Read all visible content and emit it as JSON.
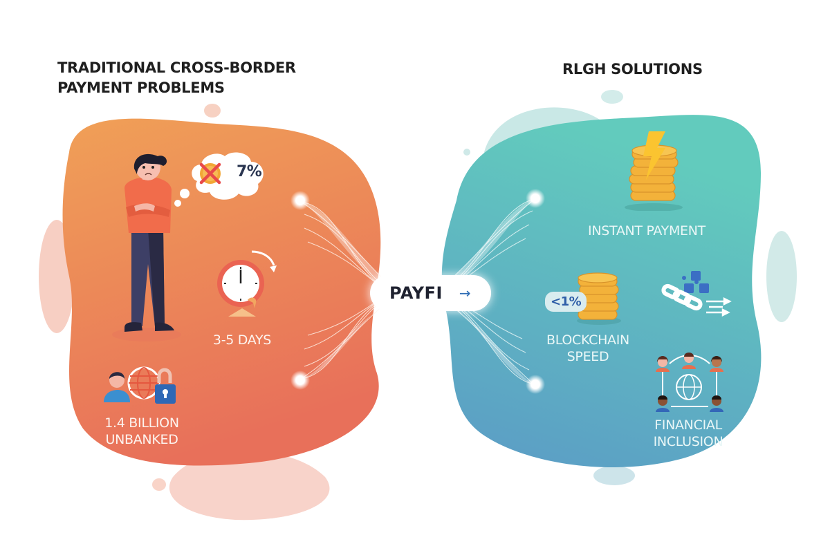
{
  "left_panel": {
    "title_line1": "TRADITIONAL CROSS-BORDER",
    "title_line2": "PAYMENT PROBLEMS",
    "fee_bubble": {
      "icon": "crossed-coin-icon",
      "value": "7%"
    },
    "delay": {
      "icon": "clock-icon",
      "label": "3-5 DAYS"
    },
    "unbanked": {
      "icon": "unbanked-person-globe-lock-icon",
      "line1": "1.4 BILLION",
      "line2": "UNBANKED"
    },
    "colors": {
      "top": "#ee9a55",
      "bottom": "#e9735a"
    }
  },
  "center": {
    "label": "PAYFI",
    "arrow": "→"
  },
  "right_panel": {
    "title": "RLGH SOLUTIONS",
    "instant": {
      "icon": "lightning-coin-stack-icon",
      "label": "INSTANT PAYMENT"
    },
    "fee": {
      "icon": "coin-stack-icon",
      "badge": "<1%"
    },
    "blockchain": {
      "icon": "blockchain-chain-icon",
      "line1": "BLOCKCHAIN",
      "line2": "SPEED"
    },
    "inclusion": {
      "icon": "people-network-globe-icon",
      "line1": "FINANCIAL",
      "line2": "INCLUSION"
    },
    "colors": {
      "top": "#5fc8bd",
      "bottom": "#5a9cc4"
    }
  }
}
